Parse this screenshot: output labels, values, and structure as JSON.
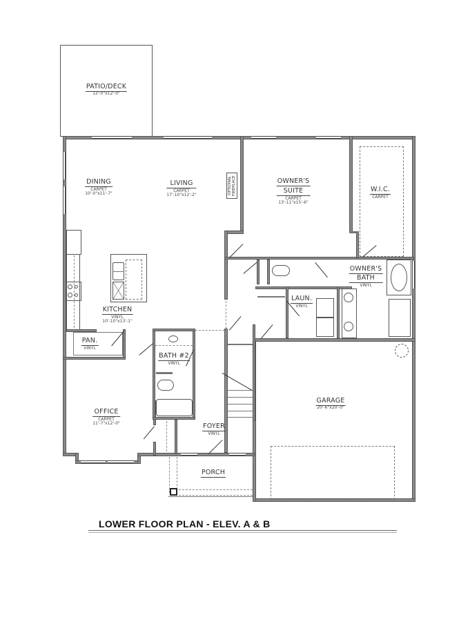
{
  "plan": {
    "title": "LOWER FLOOR PLAN - ELEV. A & B"
  },
  "rooms": {
    "patio": {
      "name": "PATIO/DECK",
      "dims": "12'-0\"x12'-0\""
    },
    "dining": {
      "name": "DINING",
      "floor": "CARPET",
      "dims": "10'-0\"x11'-7\""
    },
    "living": {
      "name": "LIVING",
      "floor": "CARPET",
      "dims": "17'-10\"x12'-2\""
    },
    "fireplace": {
      "name": "OPTIONAL FIREPLACE"
    },
    "owners_suite": {
      "name_line1": "OWNER'S",
      "name_line2": "SUITE",
      "floor": "CARPET",
      "dims": "13'-11\"x15'-6\""
    },
    "wic": {
      "name": "W.I.C.",
      "floor": "CARPET"
    },
    "kitchen": {
      "name": "KITCHEN",
      "floor": "VINYL",
      "dims": "10'-10\"x13'-1\""
    },
    "pantry": {
      "name": "PAN.",
      "floor": "VINYL"
    },
    "bath2": {
      "name": "BATH #2",
      "floor": "VINYL"
    },
    "laundry": {
      "name": "LAUN.",
      "floor": "VINYL"
    },
    "owners_bath": {
      "name_line1": "OWNER'S",
      "name_line2": "BATH",
      "floor": "VINYL"
    },
    "office": {
      "name": "OFFICE",
      "floor": "CARPET",
      "dims": "11'-7\"x12'-0\""
    },
    "foyer": {
      "name": "FOYER",
      "floor": "VINYL"
    },
    "porch": {
      "name": "PORCH"
    },
    "garage": {
      "name": "GARAGE",
      "dims": "20'-6\"x20'-0\""
    }
  }
}
